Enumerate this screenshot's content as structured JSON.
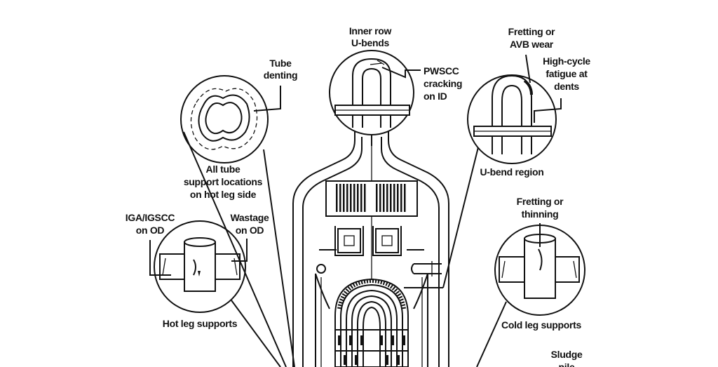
{
  "colors": {
    "ink": "#111111",
    "background": "#ffffff"
  },
  "labels": {
    "inner_row_1": "Inner row",
    "inner_row_2": "U-bends",
    "pwscc_1": "PWSCC",
    "pwscc_2": "cracking",
    "pwscc_3": "on ID",
    "tube_denting_1": "Tube",
    "tube_denting_2": "denting",
    "all_tube_1": "All tube",
    "all_tube_2": "support locations",
    "all_tube_3": "on hot leg side",
    "fretting_avb_1": "Fretting or",
    "fretting_avb_2": "AVB wear",
    "high_cycle_1": "High-cycle",
    "high_cycle_2": "fatigue at",
    "high_cycle_3": "dents",
    "ubend_region": "U-bend region",
    "iga_1": "IGA/IGSCC",
    "iga_2": "on OD",
    "wastage_1": "Wastage",
    "wastage_2": "on OD",
    "hot_leg": "Hot leg supports",
    "fretting_thin_1": "Fretting or",
    "fretting_thin_2": "thinning",
    "cold_leg": "Cold leg supports",
    "sludge_1": "Sludge",
    "sludge_2": "pile"
  }
}
